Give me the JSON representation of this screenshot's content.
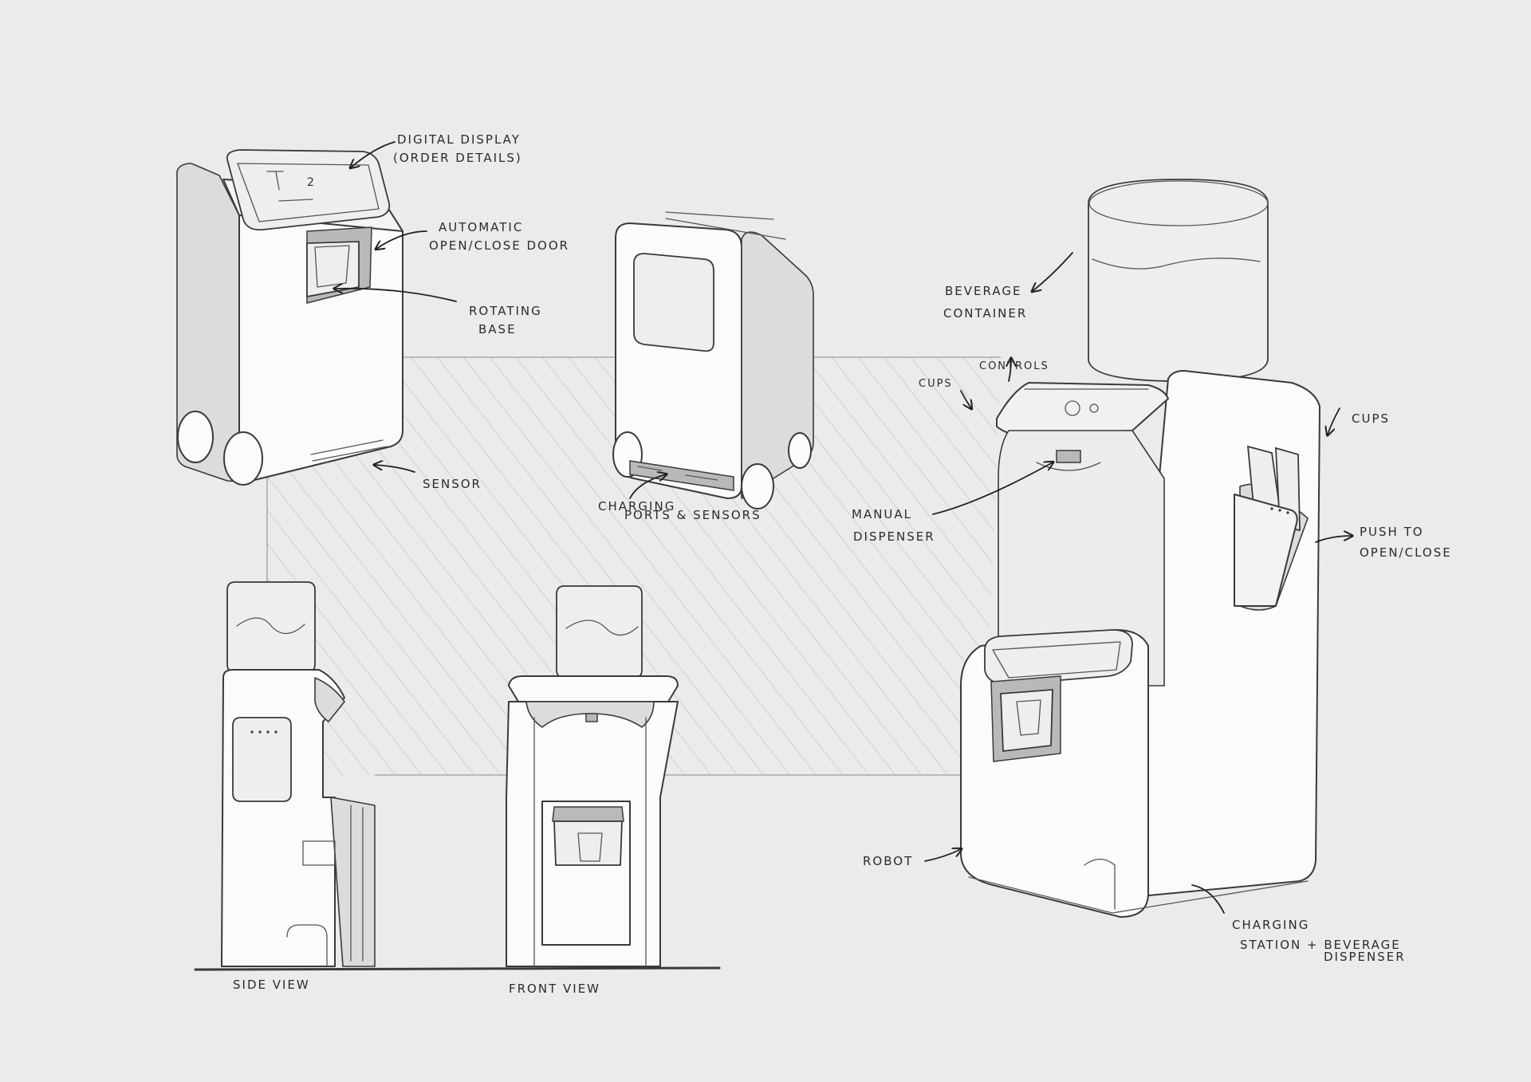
{
  "annotations": {
    "digital_display": "DIGITAL DISPLAY",
    "order_details": "(ORDER DETAILS)",
    "automatic": "AUTOMATIC",
    "open_close_door": "OPEN/CLOSE DOOR",
    "rotating": "ROTATING",
    "base": "BASE",
    "sensor": "SENSOR",
    "charging": "CHARGING",
    "ports_sensors": "PORTS & SENSORS",
    "beverage": "BEVERAGE",
    "container": "CONTAINER",
    "cups_left": "CUPS",
    "controls": "CONTROLS",
    "cups_right": "CUPS",
    "manual": "MANUAL",
    "dispenser": "DISPENSER",
    "push_to": "PUSH TO",
    "open_close": "OPEN/CLOSE",
    "robot": "ROBOT",
    "charging_station": "CHARGING",
    "station_beverage": "STATION + BEVERAGE",
    "dispenser_station": "DISPENSER"
  },
  "views": {
    "side_view": "SIDE VIEW",
    "front_view": "FRONT VIEW"
  },
  "display_glyphs": {
    "number": "2"
  },
  "colors": {
    "paper": "#ebebea",
    "ink": "#3a3a3a",
    "shade": "#dcdcdb"
  }
}
